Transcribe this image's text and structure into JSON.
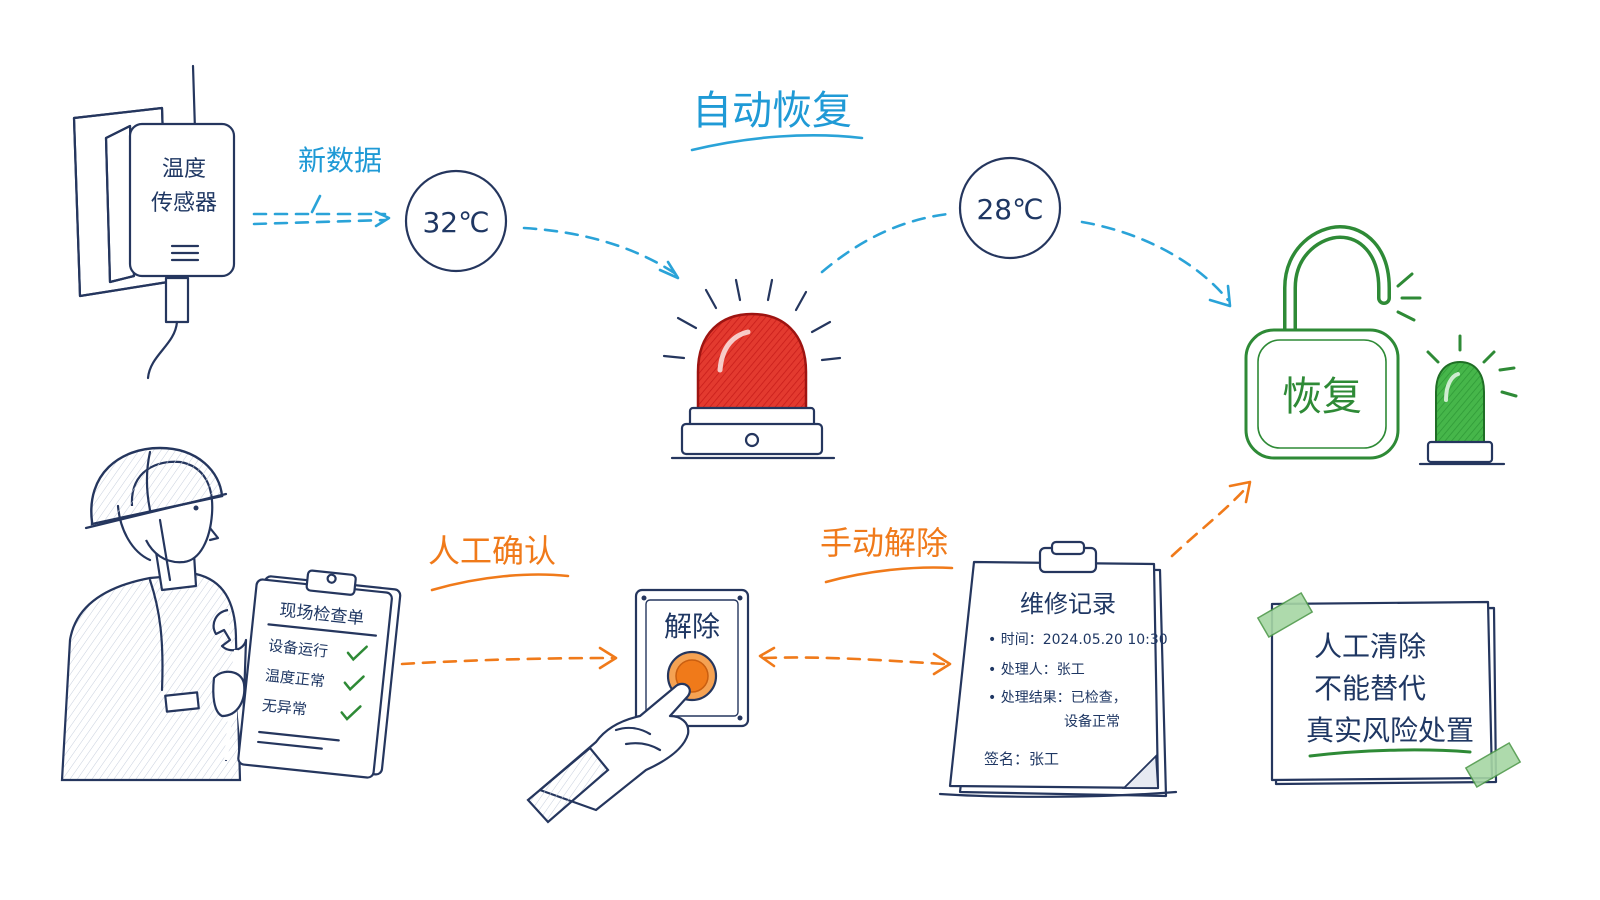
{
  "sensor": {
    "label_line1": "温度",
    "label_line2": "传感器"
  },
  "flow_labels": {
    "new_data": "新数据",
    "auto_recover": "自动恢复",
    "manual_confirm": "人工确认",
    "manual_release": "手动解除"
  },
  "readings": {
    "high": "32℃",
    "low": "28℃"
  },
  "release_button": {
    "label": "解除"
  },
  "lock": {
    "label": "恢复"
  },
  "checklist": {
    "title": "现场检查单",
    "items": [
      "设备运行",
      "温度正常",
      "无异常"
    ]
  },
  "maintenance_record": {
    "title": "维修记录",
    "time": "• 时间：2024.05.20 10:30",
    "handler": "• 处理人：张工",
    "result_line1": "• 处理结果：已检查，",
    "result_line2": "设备正常",
    "signature": "签名：张工"
  },
  "note": {
    "line1": "人工清除",
    "line2": "不能替代",
    "line3": "真实风险处置"
  },
  "colors": {
    "auto_path": "#1f9ad6",
    "manual_path": "#f07a1a",
    "alarm": "#e02a24",
    "recovered": "#2e8a36",
    "ink": "#1f3763"
  }
}
